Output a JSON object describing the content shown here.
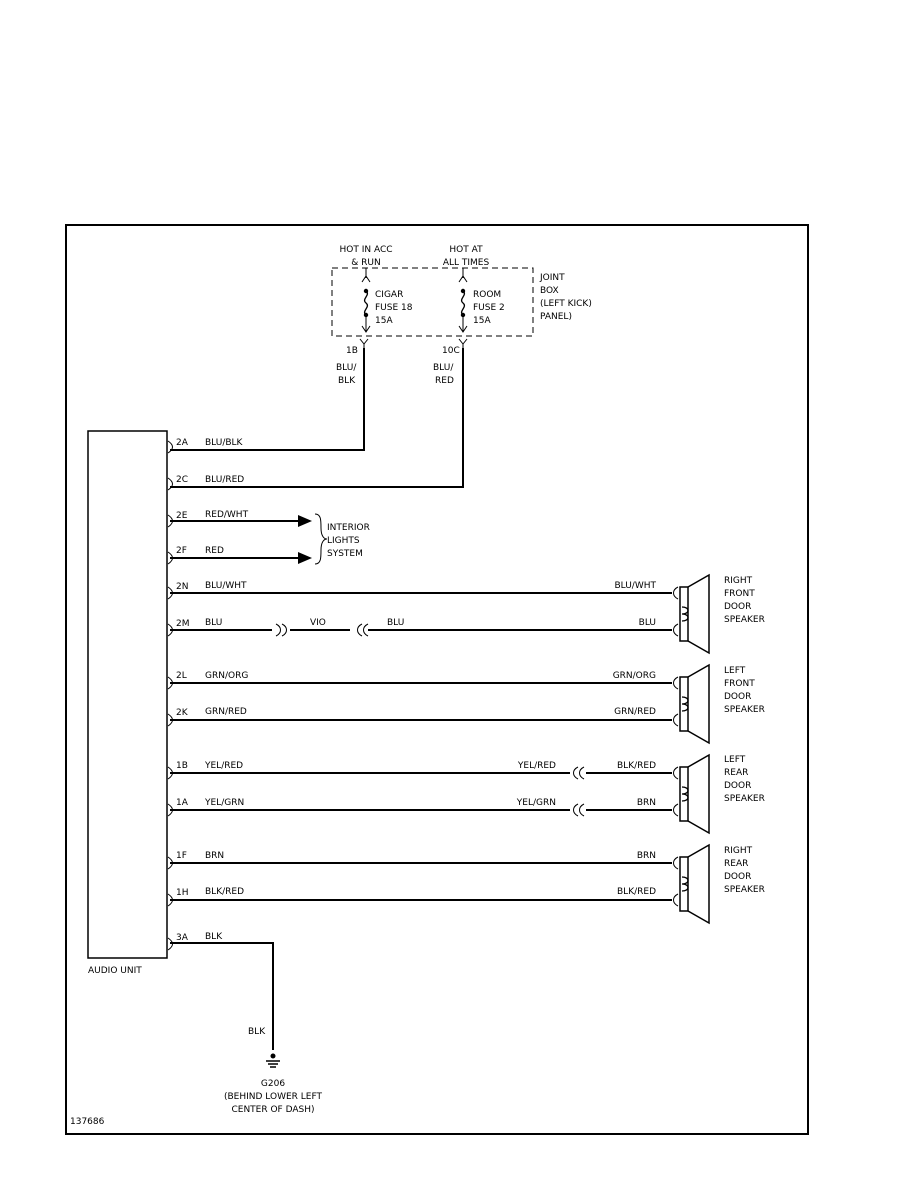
{
  "figure_id": "137686",
  "power_sources": {
    "acc": {
      "label_line1": "HOT IN ACC",
      "label_line2": "& RUN",
      "fuse_line1": "CIGAR",
      "fuse_line2": "FUSE 18",
      "fuse_line3": "15A",
      "terminal": "1B",
      "wire_line1": "BLU/",
      "wire_line2": "BLK"
    },
    "batt": {
      "label_line1": "HOT AT",
      "label_line2": "ALL TIMES",
      "fuse_line1": "ROOM",
      "fuse_line2": "FUSE 2",
      "fuse_line3": "15A",
      "terminal": "10C",
      "wire_line1": "BLU/",
      "wire_line2": "RED"
    }
  },
  "joint_box": {
    "line1": "JOINT",
    "line2": "BOX",
    "line3": "(LEFT KICK)",
    "line4": "PANEL)"
  },
  "audio_unit": {
    "label": "AUDIO UNIT"
  },
  "pins": {
    "p2A": {
      "pin": "2A",
      "wire": "BLU/BLK"
    },
    "p2C": {
      "pin": "2C",
      "wire": "BLU/RED"
    },
    "p2E": {
      "pin": "2E",
      "wire": "RED/WHT"
    },
    "p2F": {
      "pin": "2F",
      "wire": "RED"
    },
    "p2N": {
      "pin": "2N",
      "wire": "BLU/WHT",
      "wire_right": "BLU/WHT"
    },
    "p2M": {
      "pin": "2M",
      "wire": "BLU",
      "wire_mid": "VIO",
      "wire_mid2": "BLU",
      "wire_right": "BLU"
    },
    "p2L": {
      "pin": "2L",
      "wire": "GRN/ORG",
      "wire_right": "GRN/ORG"
    },
    "p2K": {
      "pin": "2K",
      "wire": "GRN/RED",
      "wire_right": "GRN/RED"
    },
    "p1B": {
      "pin": "1B",
      "wire": "YEL/RED",
      "wire_mid": "YEL/RED",
      "wire_right": "BLK/RED"
    },
    "p1A": {
      "pin": "1A",
      "wire": "YEL/GRN",
      "wire_mid": "YEL/GRN",
      "wire_right": "BRN"
    },
    "p1F": {
      "pin": "1F",
      "wire": "BRN",
      "wire_right": "BRN"
    },
    "p1H": {
      "pin": "1H",
      "wire": "BLK/RED",
      "wire_right": "BLK/RED"
    },
    "p3A": {
      "pin": "3A",
      "wire": "BLK",
      "wire_down": "BLK"
    }
  },
  "interior_lights": {
    "line1": "INTERIOR",
    "line2": "LIGHTS",
    "line3": "SYSTEM"
  },
  "speakers": {
    "rf": {
      "line1": "RIGHT",
      "line2": "FRONT",
      "line3": "DOOR",
      "line4": "SPEAKER"
    },
    "lf": {
      "line1": "LEFT",
      "line2": "FRONT",
      "line3": "DOOR",
      "line4": "SPEAKER"
    },
    "lr": {
      "line1": "LEFT",
      "line2": "REAR",
      "line3": "DOOR",
      "line4": "SPEAKER"
    },
    "rr": {
      "line1": "RIGHT",
      "line2": "REAR",
      "line3": "DOOR",
      "line4": "SPEAKER"
    }
  },
  "ground": {
    "id": "G206",
    "line1": "(BEHIND LOWER LEFT",
    "line2": "CENTER OF DASH)"
  }
}
